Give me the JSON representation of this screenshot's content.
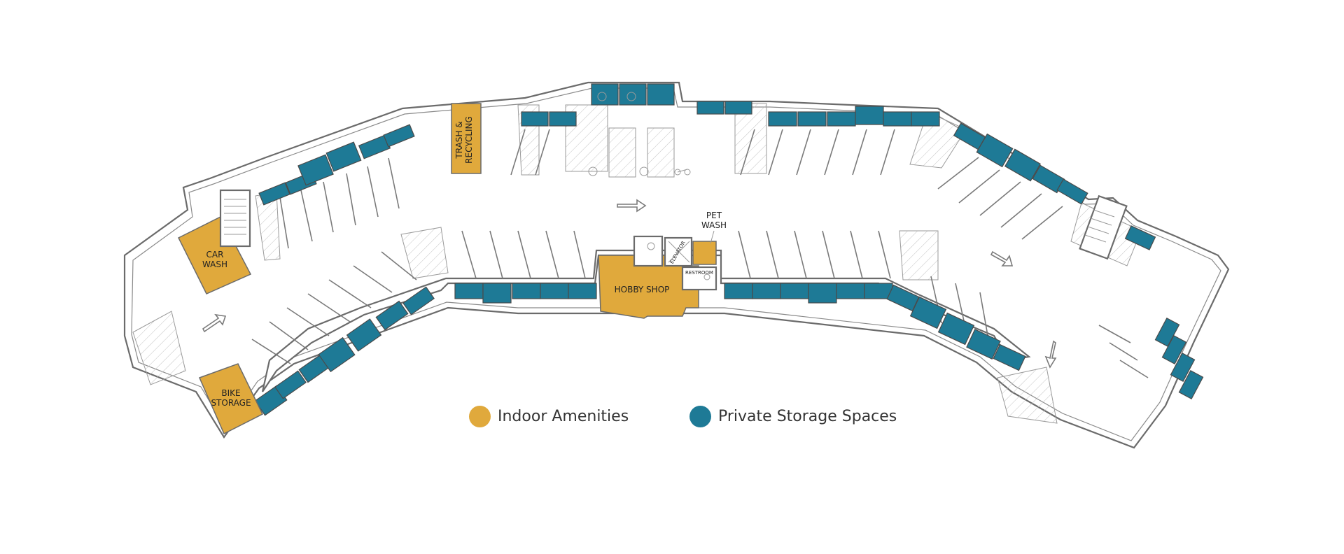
{
  "colors": {
    "amenity": "#e0a93c",
    "storage": "#1e7a96",
    "wall": "#6b6b6b",
    "line": "#7a7a7a"
  },
  "labels": {
    "trash_line1": "TRASH &",
    "trash_line2": "RECYCLING",
    "car_wash_line1": "CAR",
    "car_wash_line2": "WASH",
    "bike_line1": "BIKE",
    "bike_line2": "STORAGE",
    "hobby_shop": "HOBBY SHOP",
    "pet_wash_line1": "PET",
    "pet_wash_line2": "WASH",
    "elevator": "ELEVATOR",
    "restroom": "RESTROOM"
  },
  "legend": {
    "amenities": "Indoor Amenities",
    "storage": "Private Storage Spaces"
  },
  "icons": [
    "accessible-parking-icon",
    "motorcycle-icon",
    "direction-arrow-icon",
    "stair-icon",
    "elevator-icon"
  ]
}
